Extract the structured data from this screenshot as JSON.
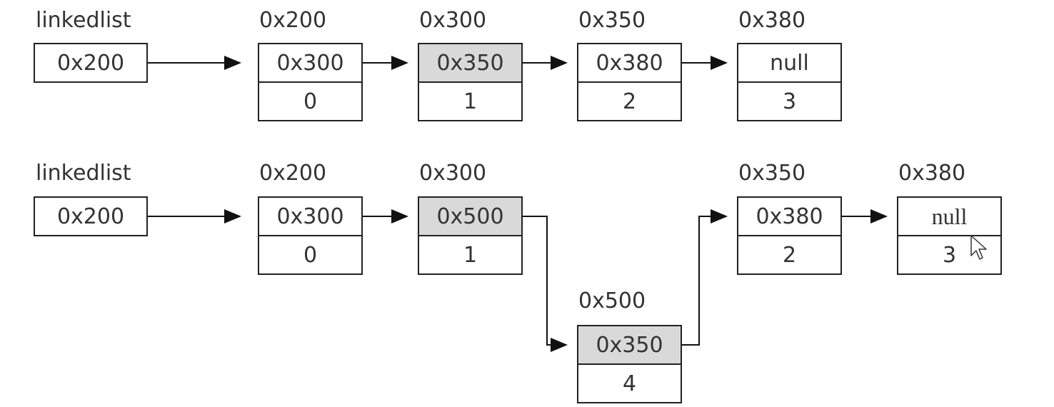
{
  "diagram1": {
    "head_label": "linkedlist",
    "head_value": "0x200",
    "nodes": [
      {
        "address": "0x200",
        "next": "0x300",
        "data": "0"
      },
      {
        "address": "0x300",
        "next": "0x350",
        "data": "1"
      },
      {
        "address": "0x350",
        "next": "0x380",
        "data": "2"
      },
      {
        "address": "0x380",
        "next": "null",
        "data": "3"
      }
    ]
  },
  "diagram2": {
    "head_label": "linkedlist",
    "head_value": "0x200",
    "nodes": [
      {
        "address": "0x200",
        "next": "0x300",
        "data": "0"
      },
      {
        "address": "0x300",
        "next": "0x500",
        "data": "1"
      },
      {
        "address": "0x350",
        "next": "0x380",
        "data": "2"
      },
      {
        "address": "0x380",
        "next": "null",
        "data": "3"
      },
      {
        "address": "0x500",
        "next": "0x350",
        "data": "4"
      }
    ]
  },
  "colors": {
    "highlight": "#d9d9d9",
    "line": "#222222"
  },
  "cursor_icon": "mouse-pointer-icon"
}
